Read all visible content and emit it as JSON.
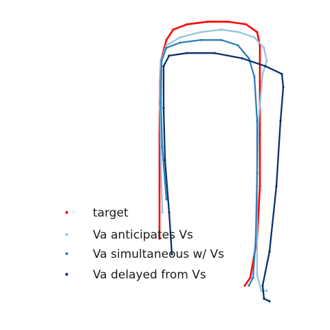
{
  "chart_data": {
    "type": "scatter",
    "title": "",
    "xlabel": "",
    "ylabel": "",
    "grid": false,
    "axes_visible": false,
    "legend_placement": "lower-left",
    "xlim": [
      0,
      1
    ],
    "ylim": [
      0,
      1
    ],
    "series": [
      {
        "name": "target",
        "color": "#ff0000",
        "points": [
          [
            0.05,
            0.1
          ],
          [
            0.05,
            0.3
          ],
          [
            0.05,
            0.5
          ],
          [
            0.055,
            0.7
          ],
          [
            0.06,
            0.78
          ],
          [
            0.1,
            0.86
          ],
          [
            0.15,
            0.9
          ],
          [
            0.25,
            0.92
          ],
          [
            0.4,
            0.93
          ],
          [
            0.55,
            0.93
          ],
          [
            0.68,
            0.92
          ],
          [
            0.76,
            0.89
          ],
          [
            0.78,
            0.84
          ],
          [
            0.78,
            0.7
          ],
          [
            0.78,
            0.5
          ],
          [
            0.78,
            0.3
          ],
          [
            0.76,
            0.1
          ],
          [
            0.71,
            -0.05
          ],
          [
            0.67,
            -0.08
          ]
        ]
      },
      {
        "name": "Va anticipates Vs",
        "color": "#93c4e2",
        "points": [
          [
            0.07,
            0.2
          ],
          [
            0.06,
            0.4
          ],
          [
            0.055,
            0.6
          ],
          [
            0.06,
            0.78
          ],
          [
            0.1,
            0.84
          ],
          [
            0.2,
            0.87
          ],
          [
            0.35,
            0.89
          ],
          [
            0.5,
            0.9
          ],
          [
            0.63,
            0.89
          ],
          [
            0.74,
            0.87
          ],
          [
            0.81,
            0.83
          ],
          [
            0.83,
            0.78
          ],
          [
            0.8,
            0.73
          ],
          [
            0.77,
            0.55
          ],
          [
            0.76,
            0.35
          ],
          [
            0.76,
            0.1
          ],
          [
            0.76,
            -0.04
          ],
          [
            0.79,
            -0.1
          ],
          [
            0.83,
            -0.1
          ]
        ]
      },
      {
        "name": "Va simultaneous w/ Vs",
        "color": "#2c7fb8",
        "points": [
          [
            0.1,
            0.25
          ],
          [
            0.07,
            0.45
          ],
          [
            0.06,
            0.62
          ],
          [
            0.065,
            0.78
          ],
          [
            0.1,
            0.83
          ],
          [
            0.2,
            0.85
          ],
          [
            0.35,
            0.86
          ],
          [
            0.5,
            0.86
          ],
          [
            0.62,
            0.84
          ],
          [
            0.7,
            0.79
          ],
          [
            0.74,
            0.72
          ],
          [
            0.76,
            0.55
          ],
          [
            0.76,
            0.35
          ],
          [
            0.75,
            0.1
          ],
          [
            0.73,
            -0.05
          ],
          [
            0.7,
            -0.08
          ]
        ]
      },
      {
        "name": "Va delayed from Vs",
        "color": "#08306b",
        "points": [
          [
            0.14,
            0.04
          ],
          [
            0.12,
            0.2
          ],
          [
            0.09,
            0.4
          ],
          [
            0.08,
            0.6
          ],
          [
            0.08,
            0.76
          ],
          [
            0.12,
            0.8
          ],
          [
            0.25,
            0.81
          ],
          [
            0.45,
            0.81
          ],
          [
            0.65,
            0.79
          ],
          [
            0.82,
            0.76
          ],
          [
            0.94,
            0.73
          ],
          [
            0.95,
            0.68
          ],
          [
            0.93,
            0.55
          ],
          [
            0.9,
            0.3
          ],
          [
            0.85,
            0.05
          ],
          [
            0.8,
            -0.08
          ],
          [
            0.81,
            -0.13
          ],
          [
            0.85,
            -0.14
          ]
        ]
      }
    ]
  }
}
